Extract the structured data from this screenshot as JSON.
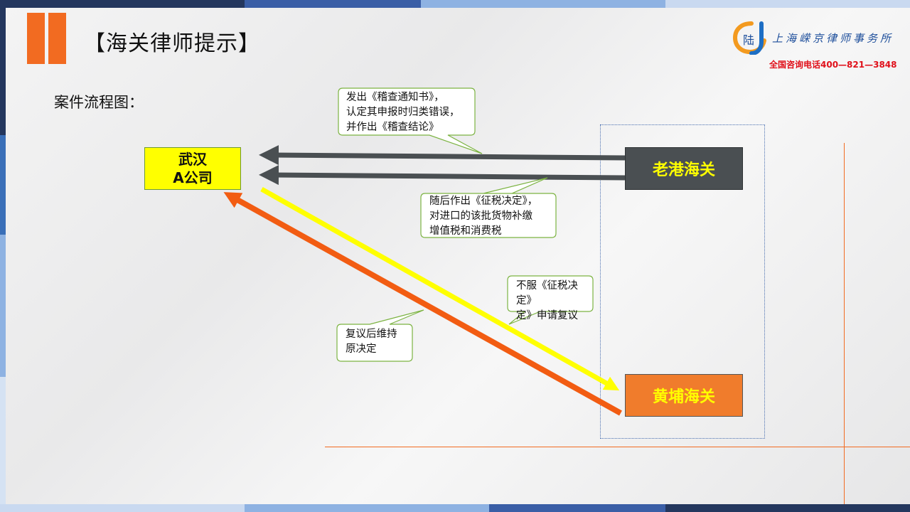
{
  "slide": {
    "title": "【海关律师提示】",
    "section_label": "案件流程图："
  },
  "logo": {
    "mark_char": "陆",
    "firm_name": "上海嵘京律师事务所",
    "hotline": "全国咨询电话400—821—3848"
  },
  "diagram": {
    "nodes": {
      "wuhan_line1": "武汉",
      "wuhan_line2": "A公司",
      "laogang": "老港海关",
      "huangpu": "黄埔海关"
    },
    "callouts": {
      "audit": "发出《稽查通知书》，\n认定其申报时归类错误，\n并作出《稽查结论》",
      "tax_decision": "随后作出《征税决定》，\n对进口的该批货物补缴\n增值税和消费税",
      "appeal": "不服《征税决定》\n定》申请复议",
      "upheld": "复议后维持\n原决定"
    }
  },
  "colors": {
    "accent_orange": "#f26b21",
    "node_yellow": "#ffff00",
    "arrow_dark": "#4a4f52",
    "arrow_yellow": "#ffff00",
    "arrow_orange": "#f25c12",
    "callout_border": "#7cb342",
    "phone_red": "#e0101a"
  }
}
